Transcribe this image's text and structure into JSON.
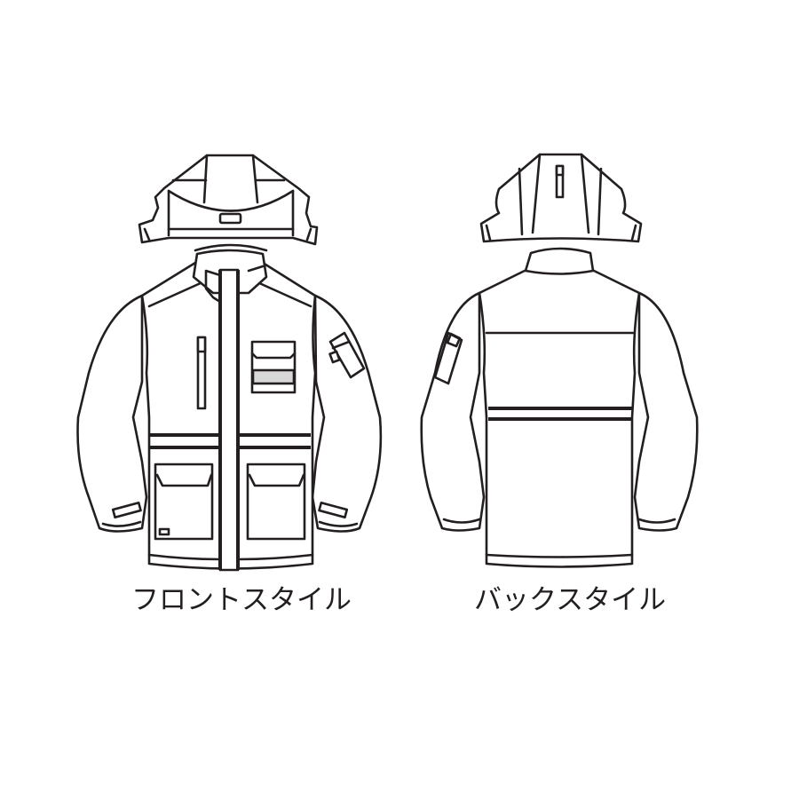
{
  "labels": {
    "front": "フロントスタイル",
    "back": "バックスタイル"
  },
  "colors": {
    "line": "#231f20",
    "background": "#ffffff",
    "reflective": "#c8c8c8"
  },
  "figures": [
    {
      "name": "front-view",
      "parts": [
        "hood-open",
        "stand-collar",
        "center-zip-placket",
        "chest-zip-pocket",
        "chest-flap-pocket-with-reflective-tape",
        "sleeve-pen-pocket",
        "waist-band-double-line",
        "lower-flap-pockets",
        "cuff-tabs",
        "hem-band"
      ]
    },
    {
      "name": "back-view",
      "parts": [
        "hood-back-panels",
        "hood-zip",
        "stand-collar",
        "yoke-seam",
        "sleeve-pocket",
        "waist-band-double-line",
        "cuffs",
        "hem-band"
      ]
    }
  ]
}
